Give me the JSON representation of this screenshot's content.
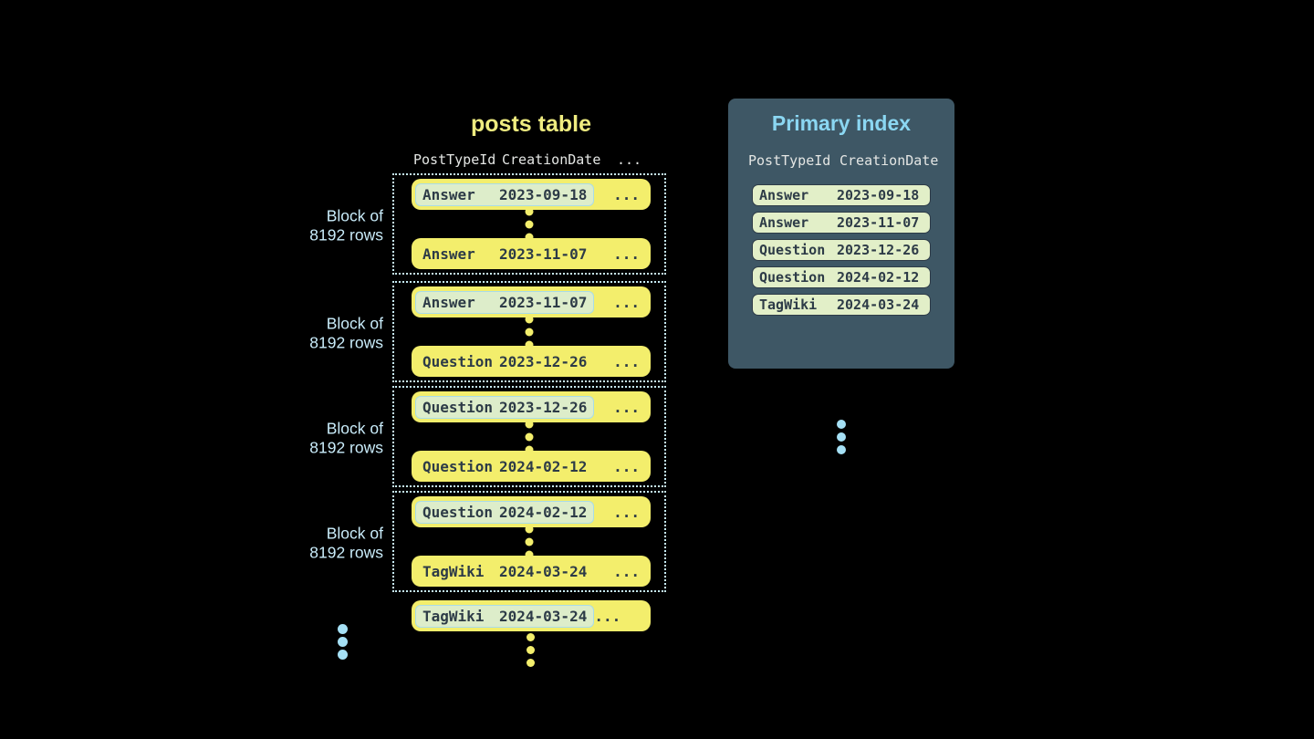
{
  "colors": {
    "bg": "#000000",
    "row_yellow": "#f3ee6c",
    "title_yellow": "#efec80",
    "dark_text": "#2d3b47",
    "highlight_bg": "#ddedca",
    "highlight_border": "#a9dce8",
    "dotted_border": "#c7ecf6",
    "block_label_blue": "#c9ecfa",
    "header_gray": "#e4e6e4",
    "panel_bg": "#3e5765",
    "panel_title_blue": "#8bd7f2",
    "index_pill_bg": "#e2efc8",
    "blue_dot": "#a5e0f5"
  },
  "posts_table": {
    "title": "posts table",
    "headers": {
      "col1": "PostTypeId",
      "col2": "CreationDate",
      "col3": "..."
    },
    "block_label": {
      "line1": "Block of",
      "line2": "8192 rows"
    },
    "ellipsis": "...",
    "blocks": [
      {
        "first": {
          "type": "Answer",
          "date": "2023-09-18"
        },
        "last": {
          "type": "Answer",
          "date": "2023-11-07"
        }
      },
      {
        "first": {
          "type": "Answer",
          "date": "2023-11-07"
        },
        "last": {
          "type": "Question",
          "date": "2023-12-26"
        }
      },
      {
        "first": {
          "type": "Question",
          "date": "2023-12-26"
        },
        "last": {
          "type": "Question",
          "date": "2024-02-12"
        }
      },
      {
        "first": {
          "type": "Question",
          "date": "2024-02-12"
        },
        "last": {
          "type": "TagWiki",
          "date": "2024-03-24"
        }
      }
    ],
    "tail_row": {
      "type": "TagWiki",
      "date": "2024-03-24"
    }
  },
  "primary_index": {
    "title": "Primary index",
    "headers": {
      "col1": "PostTypeId",
      "col2": "CreationDate"
    },
    "rows": [
      {
        "type": "Answer",
        "date": "2023-09-18"
      },
      {
        "type": "Answer",
        "date": "2023-11-07"
      },
      {
        "type": "Question",
        "date": "2023-12-26"
      },
      {
        "type": "Question",
        "date": "2024-02-12"
      },
      {
        "type": "TagWiki",
        "date": "2024-03-24"
      }
    ]
  }
}
